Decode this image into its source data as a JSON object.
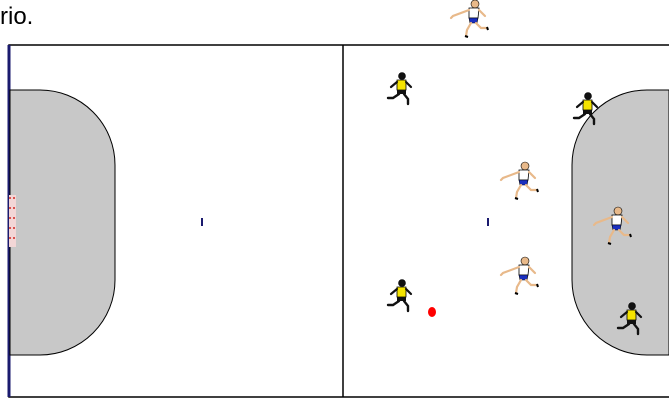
{
  "caption": "rio.",
  "colors": {
    "court_line": "#000000",
    "goal_line": "#1a1a6e",
    "goal_area_fill": "#c8c8c8",
    "goal_net": "#d9534f",
    "ball": "#ff0000",
    "team_attack_shirt": "#f5e400",
    "team_attack_shorts": "#111111",
    "team_defense_shirt": "#ffffff",
    "team_defense_shorts": "#1a2fbf",
    "skin": "#e8b98a"
  },
  "players": [
    {
      "id": "defender-1",
      "team": "defense"
    },
    {
      "id": "defender-2",
      "team": "defense"
    },
    {
      "id": "defender-3",
      "team": "defense"
    },
    {
      "id": "defender-4",
      "team": "defense"
    },
    {
      "id": "attacker-1",
      "team": "attack"
    },
    {
      "id": "attacker-2",
      "team": "attack"
    },
    {
      "id": "attacker-3",
      "team": "attack"
    },
    {
      "id": "attacker-4",
      "team": "attack"
    }
  ]
}
